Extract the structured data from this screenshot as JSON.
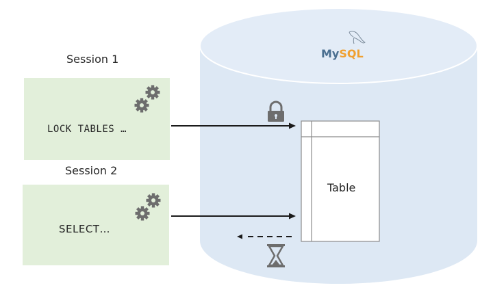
{
  "sessions": [
    {
      "label": "Session 1",
      "command": "LOCK TABLES …",
      "icon": "gears-icon"
    },
    {
      "label": "Session 2",
      "command": "SELECT…",
      "icon": "gears-icon"
    }
  ],
  "database": {
    "logo_my": "My",
    "logo_sql": "SQL",
    "table_label": "Table",
    "lock_icon": "padlock-icon",
    "wait_icon": "hourglass-icon"
  },
  "colors": {
    "session_bg": "#e2efda",
    "cylinder_fill": "#dde8f4",
    "cylinder_top": "#e3ecf7",
    "icon_gray": "#6d6d6d",
    "arrow": "#1a1a1a",
    "logo_blue": "#4a6f90",
    "logo_orange": "#f0a030"
  }
}
